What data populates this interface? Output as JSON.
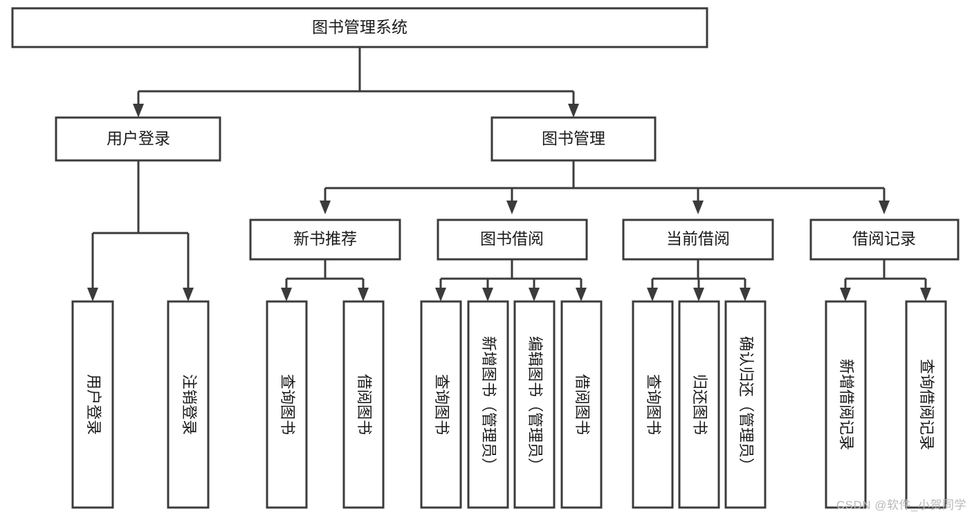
{
  "diagram": {
    "title": "图书管理系统",
    "type": "tree-hierarchy-chart",
    "root": {
      "id": "root",
      "label": "图书管理系统",
      "orientation": "horizontal"
    },
    "level1": [
      {
        "id": "user-login",
        "label": "用户登录",
        "orientation": "horizontal"
      },
      {
        "id": "book-manage",
        "label": "图书管理",
        "orientation": "horizontal"
      }
    ],
    "level2": [
      {
        "id": "new-book-recommend",
        "label": "新书推荐",
        "parent": "book-manage",
        "orientation": "horizontal"
      },
      {
        "id": "book-borrow",
        "label": "图书借阅",
        "parent": "book-manage",
        "orientation": "horizontal"
      },
      {
        "id": "current-borrow",
        "label": "当前借阅",
        "parent": "book-manage",
        "orientation": "horizontal"
      },
      {
        "id": "borrow-record",
        "label": "借阅记录",
        "parent": "book-manage",
        "orientation": "horizontal"
      }
    ],
    "leaves": [
      {
        "id": "leaf-user-login",
        "label": "用户登录",
        "parent": "user-login",
        "orientation": "vertical"
      },
      {
        "id": "leaf-user-logout",
        "label": "注销登录",
        "parent": "user-login",
        "orientation": "vertical"
      },
      {
        "id": "leaf-query-book-1",
        "label": "查询图书",
        "parent": "new-book-recommend",
        "orientation": "vertical"
      },
      {
        "id": "leaf-borrow-book-1",
        "label": "借阅图书",
        "parent": "new-book-recommend",
        "orientation": "vertical"
      },
      {
        "id": "leaf-query-book-2",
        "label": "查询图书",
        "parent": "book-borrow",
        "orientation": "vertical"
      },
      {
        "id": "leaf-add-book",
        "label": "新增图书（管理员）",
        "parent": "book-borrow",
        "orientation": "vertical"
      },
      {
        "id": "leaf-edit-book",
        "label": "编辑图书（管理员）",
        "parent": "book-borrow",
        "orientation": "vertical"
      },
      {
        "id": "leaf-borrow-book-2",
        "label": "借阅图书",
        "parent": "book-borrow",
        "orientation": "vertical"
      },
      {
        "id": "leaf-query-book-3",
        "label": "查询图书",
        "parent": "current-borrow",
        "orientation": "vertical"
      },
      {
        "id": "leaf-return-book",
        "label": "归还图书",
        "parent": "current-borrow",
        "orientation": "vertical"
      },
      {
        "id": "leaf-confirm-return",
        "label": "确认归还（管理员）",
        "parent": "current-borrow",
        "orientation": "vertical"
      },
      {
        "id": "leaf-add-record",
        "label": "新增借阅记录",
        "parent": "borrow-record",
        "orientation": "vertical"
      },
      {
        "id": "leaf-query-record",
        "label": "查询借阅记录",
        "parent": "borrow-record",
        "orientation": "vertical"
      }
    ],
    "colors": {
      "box_fill": "#ffffff",
      "box_stroke": "#3b3b3b",
      "text": "#1a1a1a",
      "background": "#ffffff",
      "watermark": "#b9b9b9"
    }
  },
  "watermark": {
    "text": "CSDN @软件_小贺同学"
  }
}
